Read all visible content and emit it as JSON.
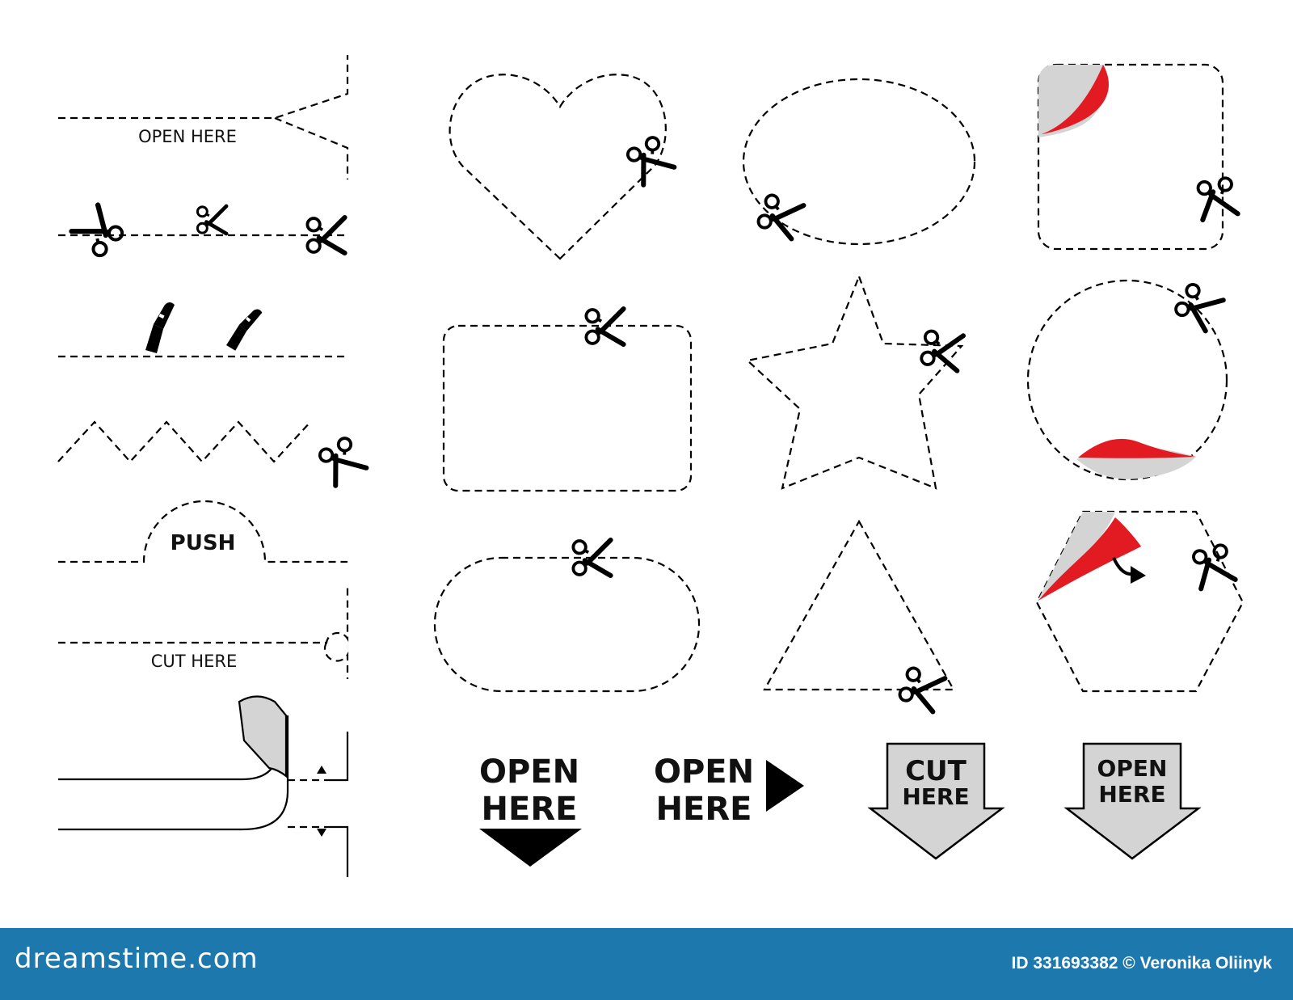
{
  "labels": {
    "open_here_line": "OPEN HERE",
    "push": "PUSH",
    "cut_here_line": "CUT HERE",
    "badge_open": "OPEN",
    "badge_here": "HERE",
    "badge_cut": "CUT"
  },
  "footer": {
    "site": "dreamstime.com",
    "id_text": "ID 331693382 © Veronika Oliinyk"
  },
  "colors": {
    "accent_red": "#e21b23",
    "peel_gray": "#d4d4d4",
    "footer_blue": "#1c78ad"
  },
  "icons": [
    "scissors-icon",
    "utility-knife-icon",
    "arrow-icon"
  ]
}
